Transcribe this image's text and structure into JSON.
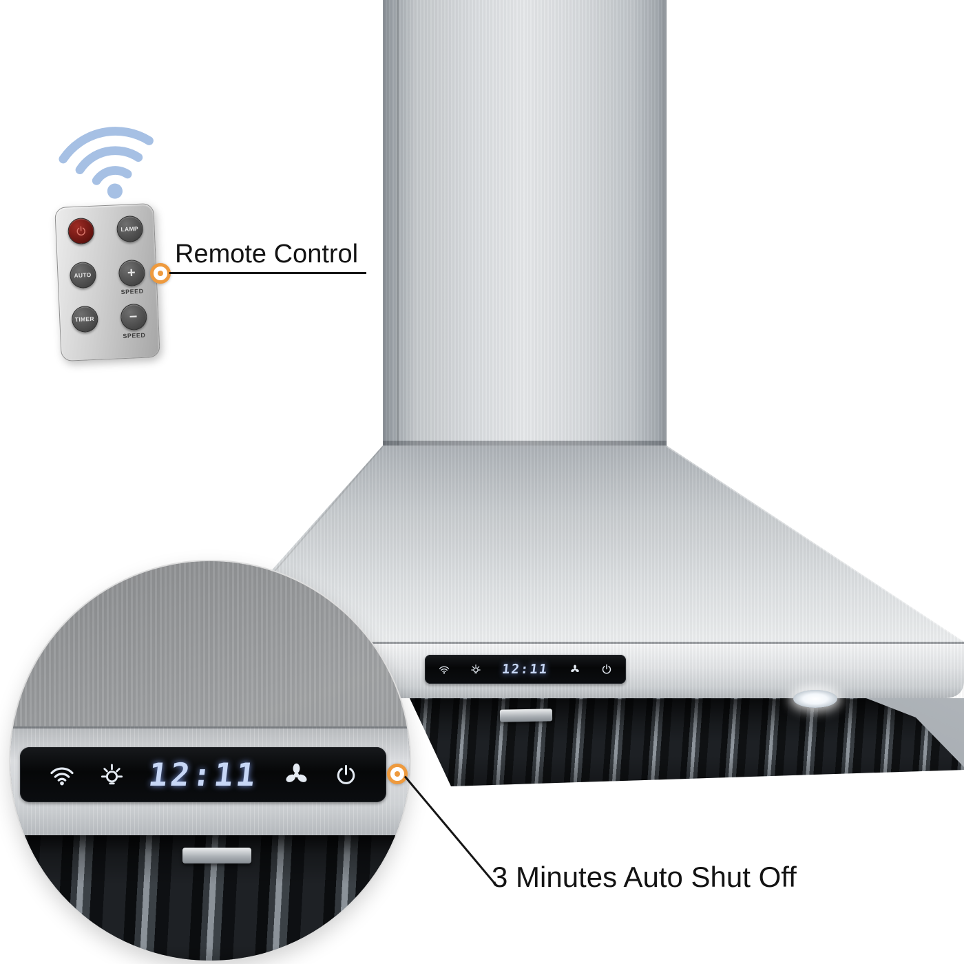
{
  "labels": {
    "remote_callout": "Remote Control",
    "shutoff_callout": "3 Minutes Auto Shut Off"
  },
  "display": {
    "time": "12:11"
  },
  "panel_icons": {
    "left_to_right": [
      "wifi-icon",
      "light-icon",
      "clock-display",
      "fan-icon",
      "power-icon"
    ]
  },
  "remote": {
    "buttons": {
      "power": {
        "icon": "power-icon"
      },
      "lamp": {
        "label": "LAMP"
      },
      "auto": {
        "label": "AUTO"
      },
      "speed_plus": {
        "label": "+",
        "sub": "SPEED"
      },
      "timer": {
        "label": "TIMER"
      },
      "speed_minus": {
        "label": "−",
        "sub": "SPEED"
      }
    }
  },
  "colors": {
    "accent_orange": "#ee9a3e",
    "display_blue": "#c7d7f6",
    "wifi_waves_blue": "#a6c0e4",
    "steel_light": "#e6e8ea",
    "steel_dark": "#8c9298",
    "panel_black": "#0a0c0f"
  }
}
